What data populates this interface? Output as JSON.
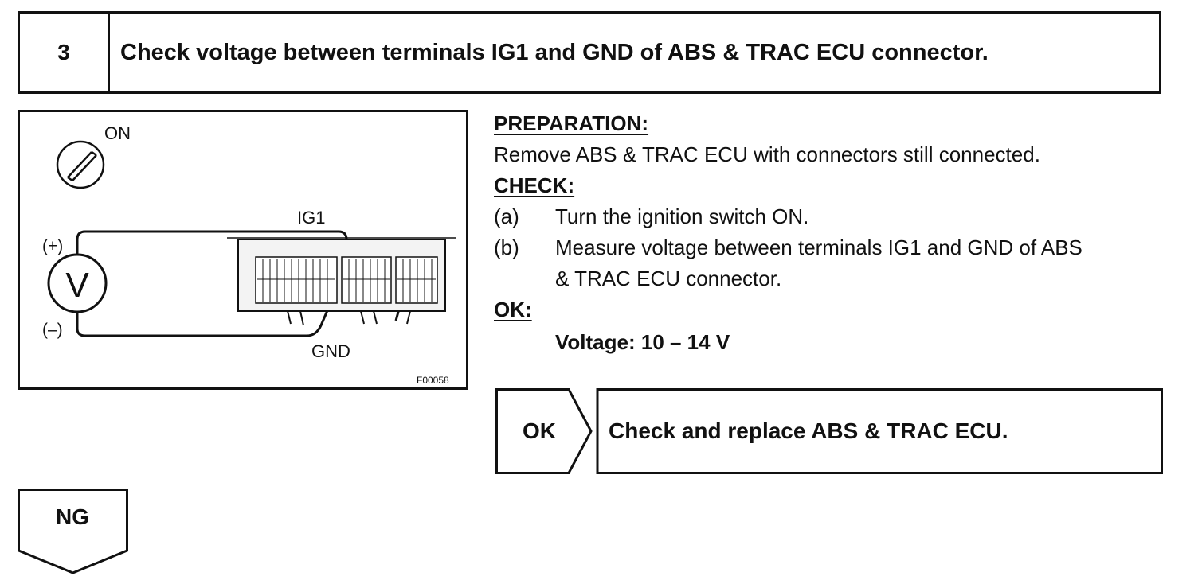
{
  "header": {
    "step_number": "3",
    "title": "Check voltage between terminals IG1 and GND of ABS & TRAC ECU connector."
  },
  "figure": {
    "switch_label": "ON",
    "meter_symbol": "V",
    "plus_label": "(+)",
    "minus_label": "(–)",
    "ig1_label": "IG1",
    "gnd_label": "GND",
    "figure_code": "F00058"
  },
  "instructions": {
    "preparation_heading": "PREPARATION:",
    "preparation_text": "Remove ABS & TRAC ECU with connectors still connected.",
    "check_heading": "CHECK:",
    "steps": [
      {
        "label": "(a)",
        "text": "Turn the ignition switch ON."
      },
      {
        "label": "(b)",
        "line1": "Measure voltage between terminals IG1 and GND of ABS",
        "line2": "& TRAC ECU connector."
      }
    ],
    "ok_heading": "OK:",
    "ok_spec": "Voltage: 10 – 14 V"
  },
  "result_ok": {
    "label": "OK",
    "text": "Check and replace ABS & TRAC ECU."
  },
  "result_ng": {
    "label": "NG"
  }
}
